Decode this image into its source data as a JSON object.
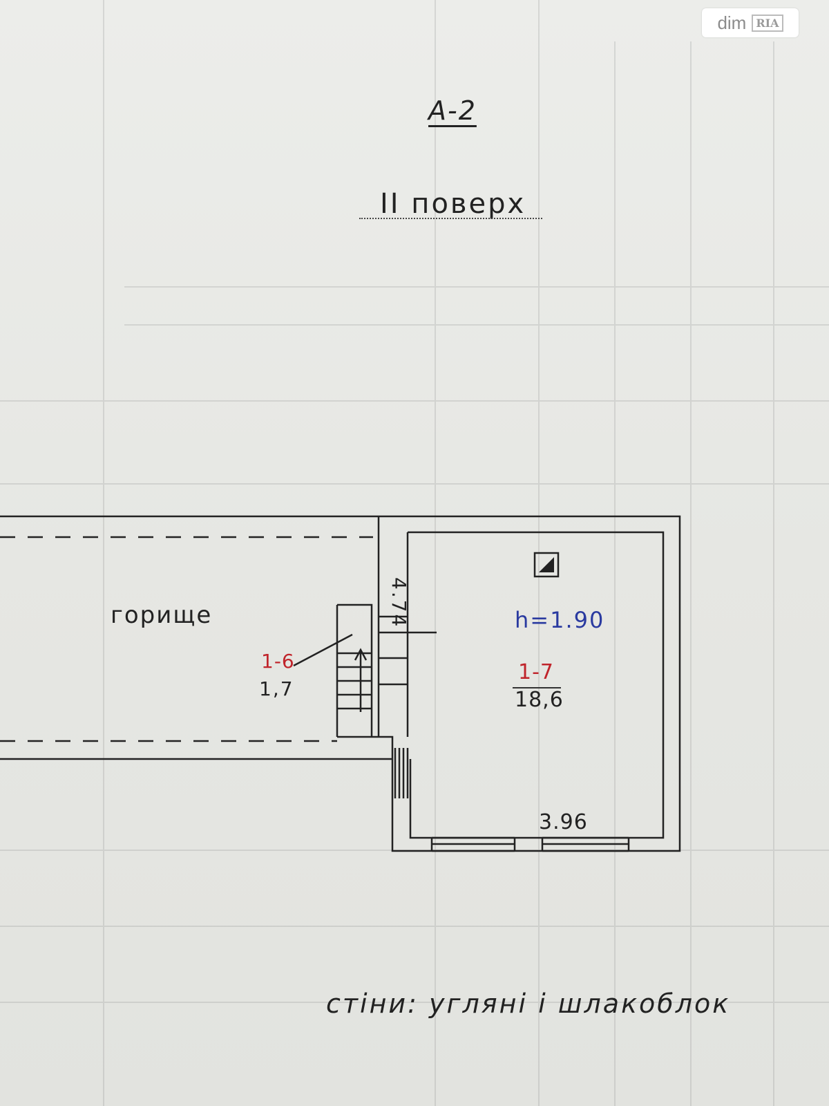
{
  "header": {
    "building": "А-2",
    "floor": "II поверх"
  },
  "plan": {
    "attic_label": "горище",
    "room_1_6": {
      "number": "1-6",
      "area": "1,7"
    },
    "room_1_7": {
      "number": "1-7",
      "area": "18,6",
      "height": "h=1.90"
    },
    "dimensions": {
      "vertical": "4.74",
      "horizontal": "3.96"
    }
  },
  "notes": {
    "walls": "стіни: угляні і шлакоблок"
  },
  "logo": {
    "dim": "dim",
    "ria": "RIA"
  },
  "colors": {
    "room_number": "#c0242b",
    "height": "#2a3aa0",
    "ink": "#222222",
    "paper": "#e7e8e4"
  }
}
